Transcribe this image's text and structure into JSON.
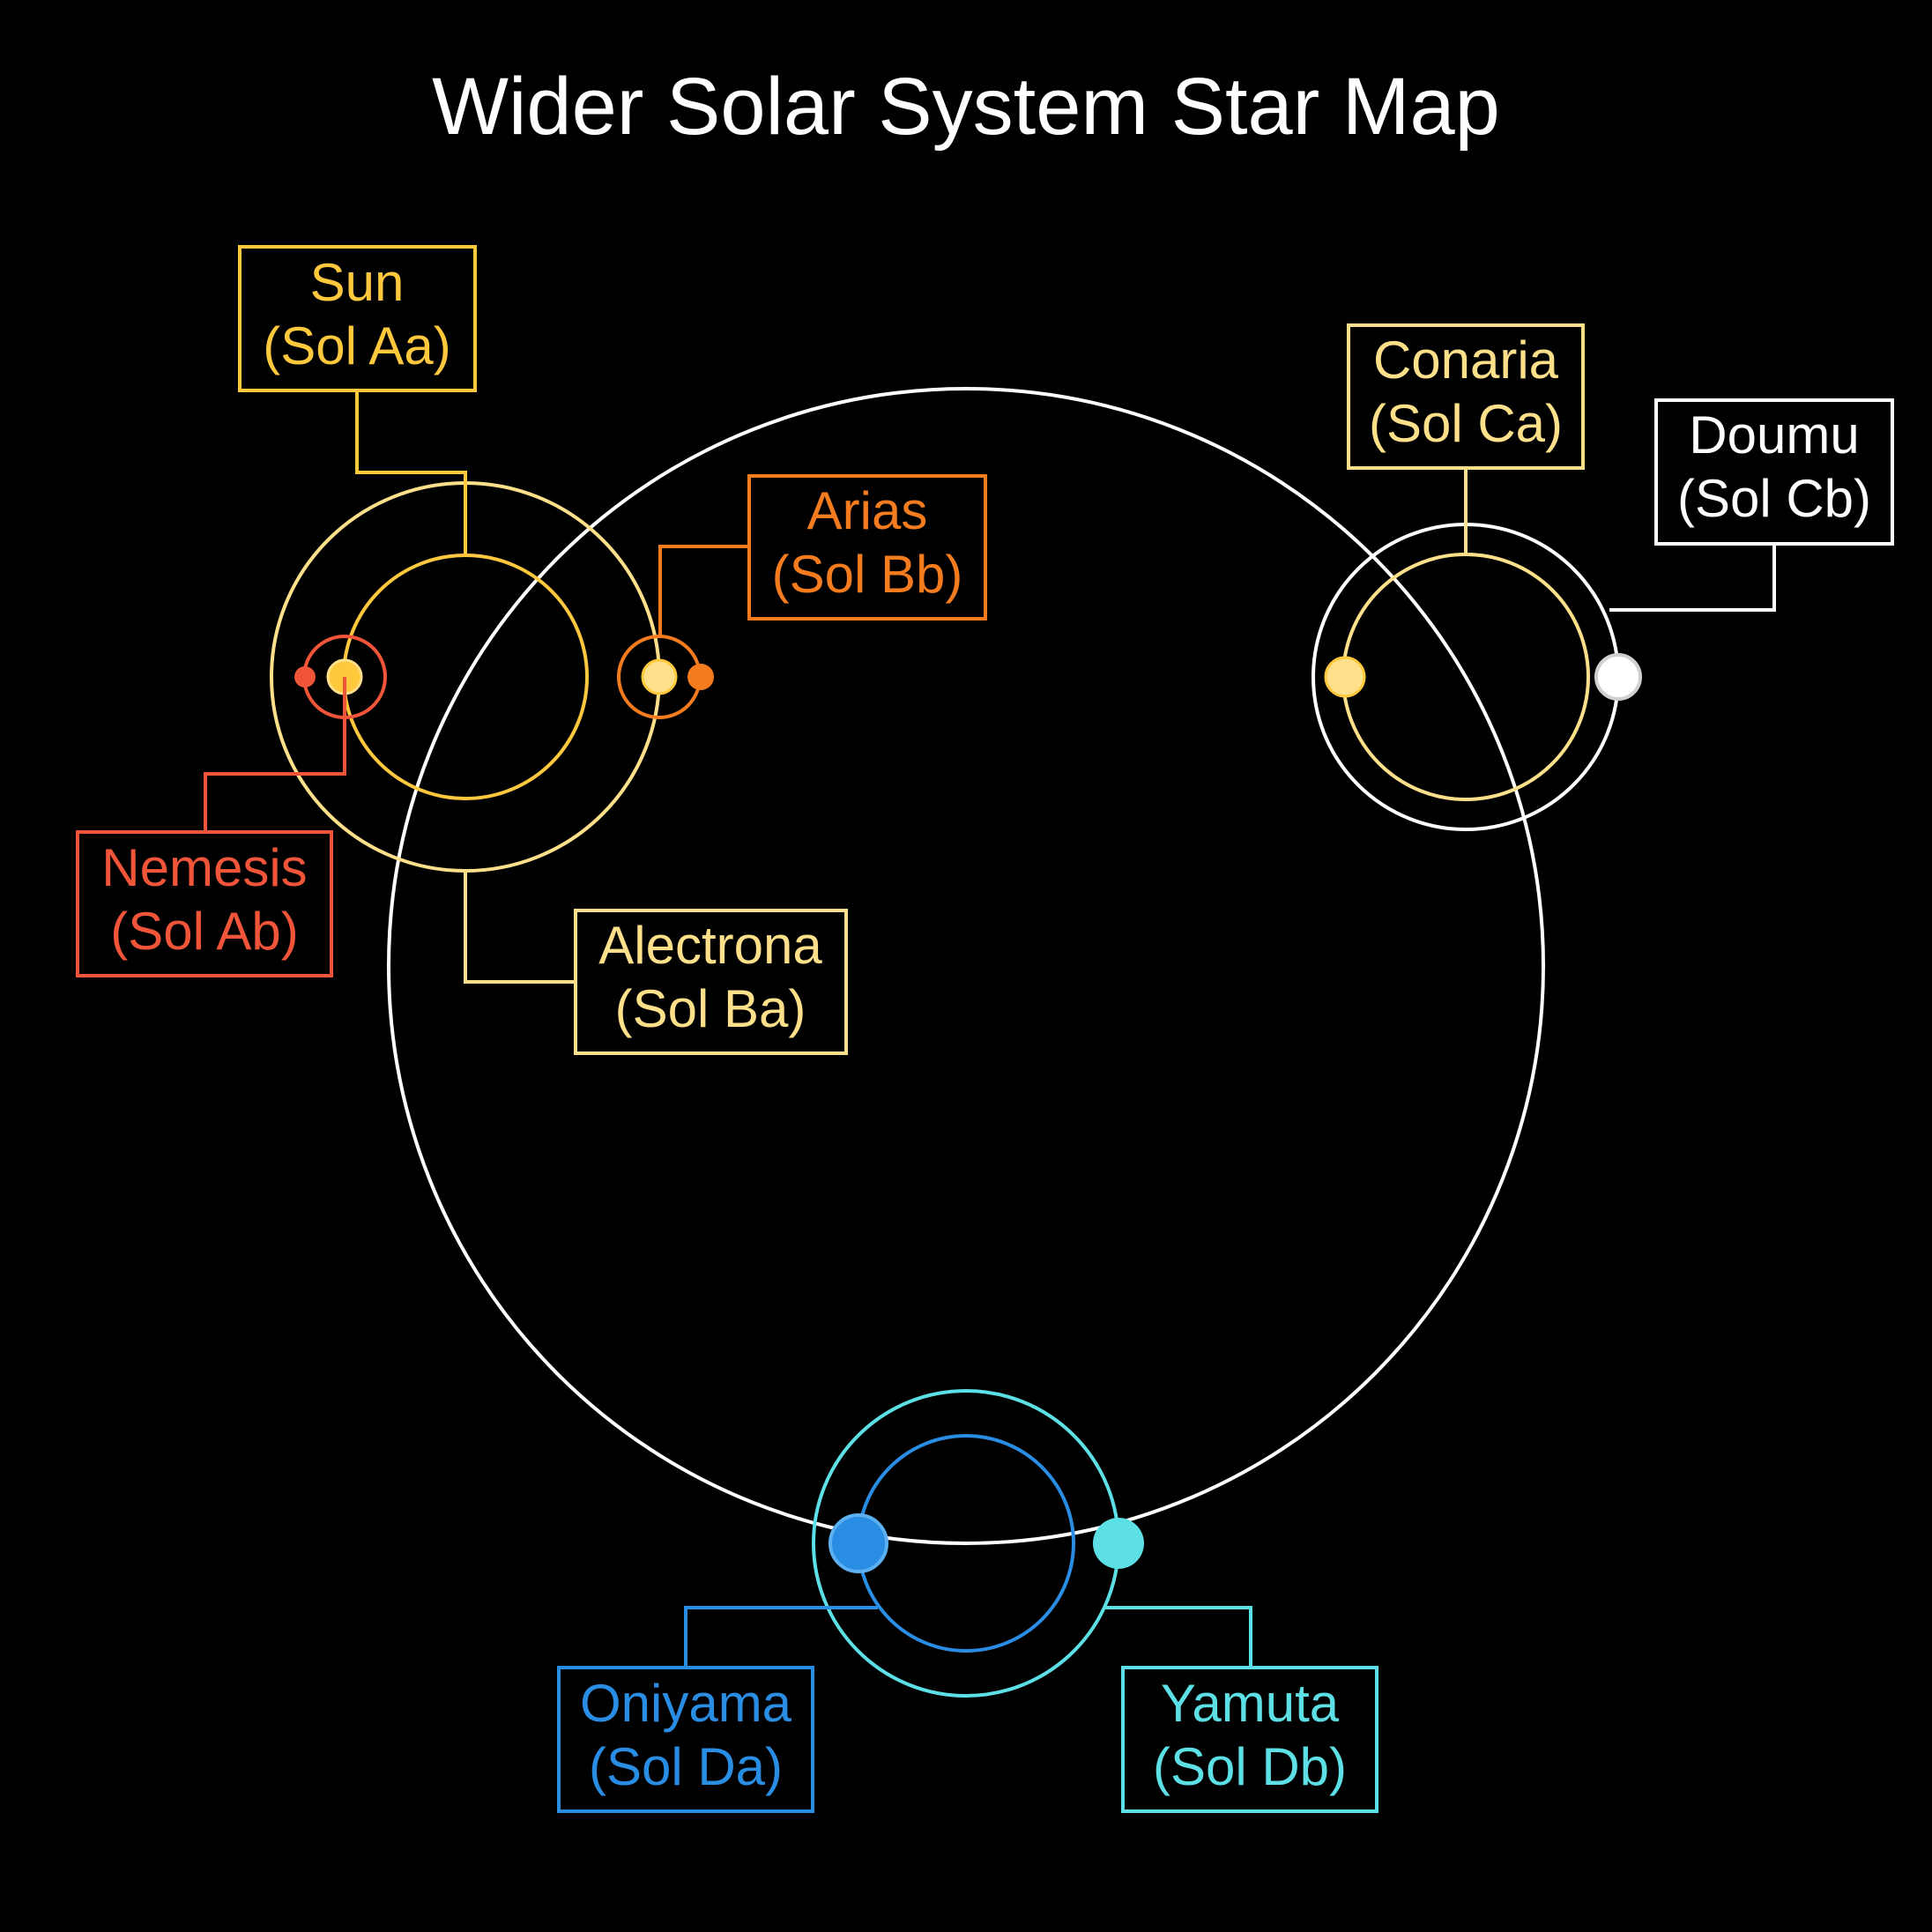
{
  "title": "Wider Solar System Star Map",
  "colors": {
    "background": "#000000",
    "sun": "#FFC83D",
    "nemesis": "#F0553A",
    "arias": "#F47C1E",
    "alectrona": "#FFE08A",
    "conaria": "#FFE08A",
    "doumu": "#FFFFFF",
    "oniyama": "#2A8DE4",
    "yamuta": "#5CE0E6",
    "main_orbit": "#FFFFFF"
  },
  "stars": {
    "sun": {
      "name": "Sun",
      "designation": "(Sol Aa)"
    },
    "nemesis": {
      "name": "Nemesis",
      "designation": "(Sol Ab)"
    },
    "arias": {
      "name": "Arias",
      "designation": "(Sol Bb)"
    },
    "alectrona": {
      "name": "Alectrona",
      "designation": "(Sol Ba)"
    },
    "conaria": {
      "name": "Conaria",
      "designation": "(Sol Ca)"
    },
    "doumu": {
      "name": "Doumu",
      "designation": "(Sol Cb)"
    },
    "oniyama": {
      "name": "Oniyama",
      "designation": "(Sol Da)"
    },
    "yamuta": {
      "name": "Yamuta",
      "designation": "(Sol Db)"
    }
  }
}
